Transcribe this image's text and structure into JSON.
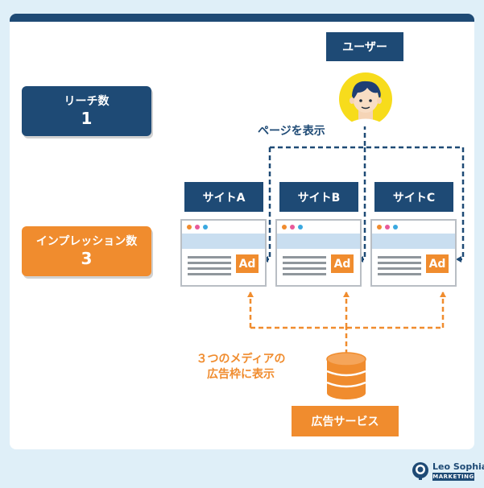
{
  "colors": {
    "navy": "#1e4a75",
    "orange": "#f08c2e",
    "background": "#dfeff8",
    "card": "#ffffff",
    "ad_band": "#c9def0"
  },
  "user": {
    "label": "ユーザー",
    "icon": "user-face-icon"
  },
  "reach": {
    "title": "リーチ数",
    "value": "1"
  },
  "impressions": {
    "title": "インプレッション数",
    "value": "3"
  },
  "page_view_label": "ページを表示",
  "sites": [
    {
      "label": "サイトA",
      "ad": "Ad"
    },
    {
      "label": "サイトB",
      "ad": "Ad"
    },
    {
      "label": "サイトC",
      "ad": "Ad"
    }
  ],
  "ad_display_caption": {
    "line1": "３つのメディアの",
    "line2": "広告枠に表示"
  },
  "ad_service": {
    "label": "広告サービス",
    "icon": "database-icon"
  },
  "logo": {
    "line1": "Leo Sophia",
    "line2": "MARKETING",
    "icon": "leo-sophia-logo-icon"
  }
}
